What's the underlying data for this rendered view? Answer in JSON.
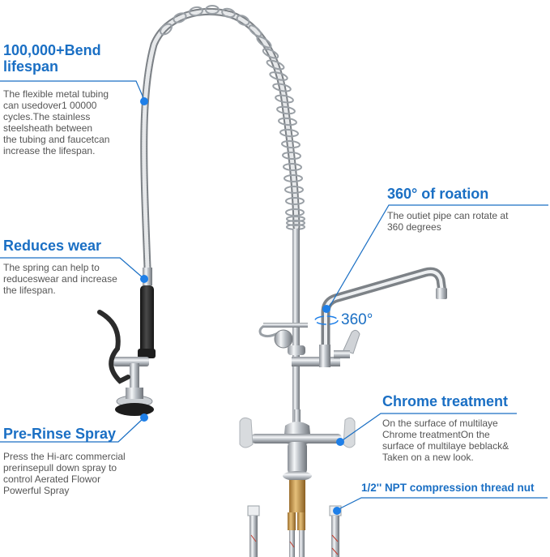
{
  "colors": {
    "accent": "#1a6fc4",
    "dot": "#1e7fe8",
    "description": "#555555",
    "chrome": "#c9cdd2",
    "black_rubber": "#2b2b2b",
    "brass": "#c89a52"
  },
  "callouts": [
    {
      "id": "bend-lifespan",
      "title": "100,000+Bend lifespan",
      "title_line1": "100,000+Bend",
      "title_line2": "lifespan",
      "description": "The flexible metal tubing\ncan usedover1 00000\ncycles.The stainless\nsteelsheath between\nthe tubing and faucetcan\nincrease the lifespan."
    },
    {
      "id": "reduces-wear",
      "title": "Reduces wear",
      "description": "The spring can help to\nreduceswear and increase\nthe lifespan."
    },
    {
      "id": "pre-rinse-spray",
      "title": "Pre-Rinse Spray",
      "description": "Press the Hi-arc commercial\nprerinsepull down spray to\ncontrol Aerated Flowor\nPowerful Spray"
    },
    {
      "id": "rotation",
      "title": "360° of roation",
      "description": "The outiet pipe can rotate at\n360 degrees"
    },
    {
      "id": "chrome-treatment",
      "title": "Chrome treatment",
      "description": "On the surface of multilaye\nChrome treatmentOn the\nsurface of multilaye beblack&\nTaken on a new look."
    },
    {
      "id": "npt-thread-nut",
      "title": "1/2'' NPT compression thread nut",
      "description": ""
    }
  ],
  "rotation_badge": "360°"
}
